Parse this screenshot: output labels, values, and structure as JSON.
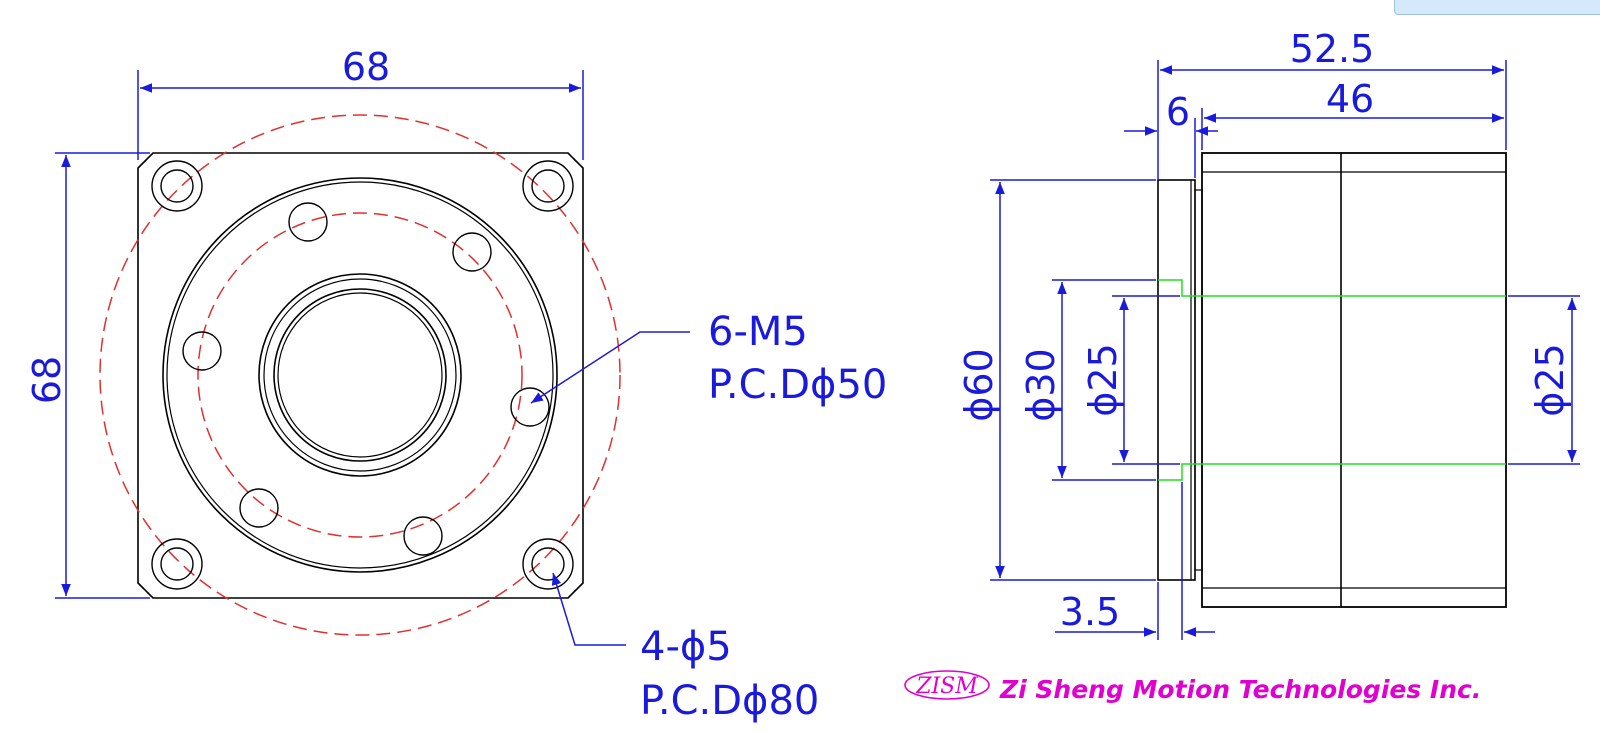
{
  "front_view": {
    "width_dim": "68",
    "height_dim": "68",
    "tapped_holes_label": "6-M5",
    "tapped_holes_pcd": "P.C.Dϕ50",
    "mount_holes_label": "4-ϕ5",
    "mount_holes_pcd": "P.C.Dϕ80"
  },
  "side_view": {
    "overall_length_dim": "52.5",
    "body_length_dim": "46",
    "flange_thickness_dim": "6",
    "pilot_depth_dim": "3.5",
    "flange_dia_dim": "ϕ60",
    "pilot_dia_dim": "ϕ30",
    "bore_dia_left_dim": "ϕ25",
    "bore_dia_right_dim": "ϕ25"
  },
  "brand": {
    "logo_text": "ZISM",
    "company": "Zi Sheng Motion Technologies Inc."
  },
  "colors": {
    "outline": "#000000",
    "dimension": "#1a1adc",
    "centerline": "#e03030",
    "bore": "#22dd22",
    "brand": "#e000d0"
  }
}
